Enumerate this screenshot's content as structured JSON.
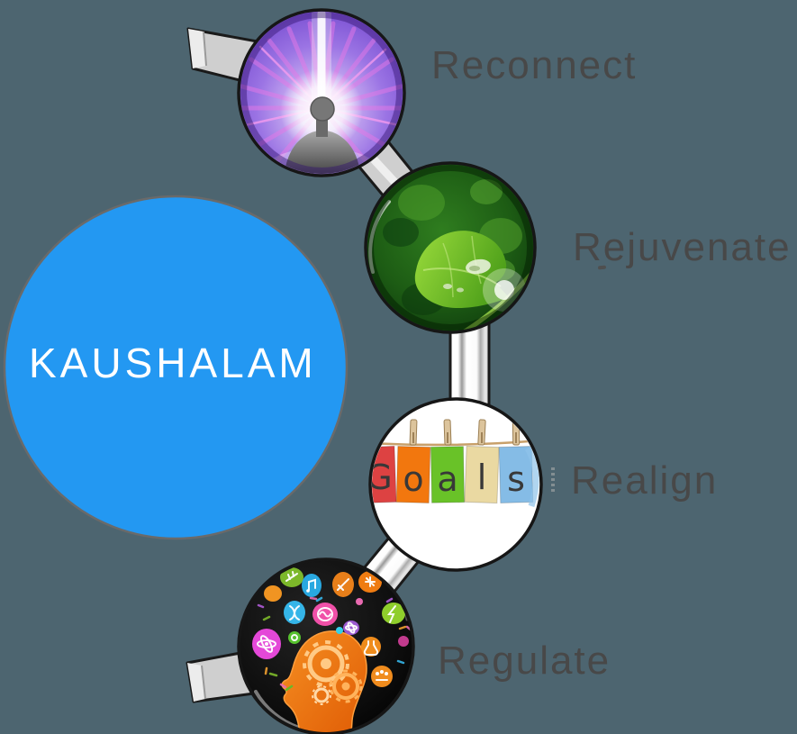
{
  "background_color": "#4d6570",
  "hub": {
    "label": "KAUSHALAM",
    "fill": "#2398f2",
    "border_color": "#6a6a6a",
    "text_color": "#ffffff"
  },
  "steps": [
    {
      "label": "Reconnect",
      "image": "meditation-aura"
    },
    {
      "label": "Rejuvenate",
      "image": "green-leaf-dewdrop"
    },
    {
      "label": "Realign",
      "image": "goals-clothesline"
    },
    {
      "label": "Regulate",
      "image": "creative-brain-head"
    }
  ],
  "label_color": "#484848",
  "goals_image": {
    "letters": [
      "G",
      "o",
      "a",
      "l",
      "s"
    ],
    "card_colors": [
      "#dd4242",
      "#f2770e",
      "#69c228",
      "#ead9a2",
      "#85bce6"
    ]
  },
  "ribbon": {
    "fill": "#cfcfcf",
    "outline": "#1a1a1a"
  }
}
